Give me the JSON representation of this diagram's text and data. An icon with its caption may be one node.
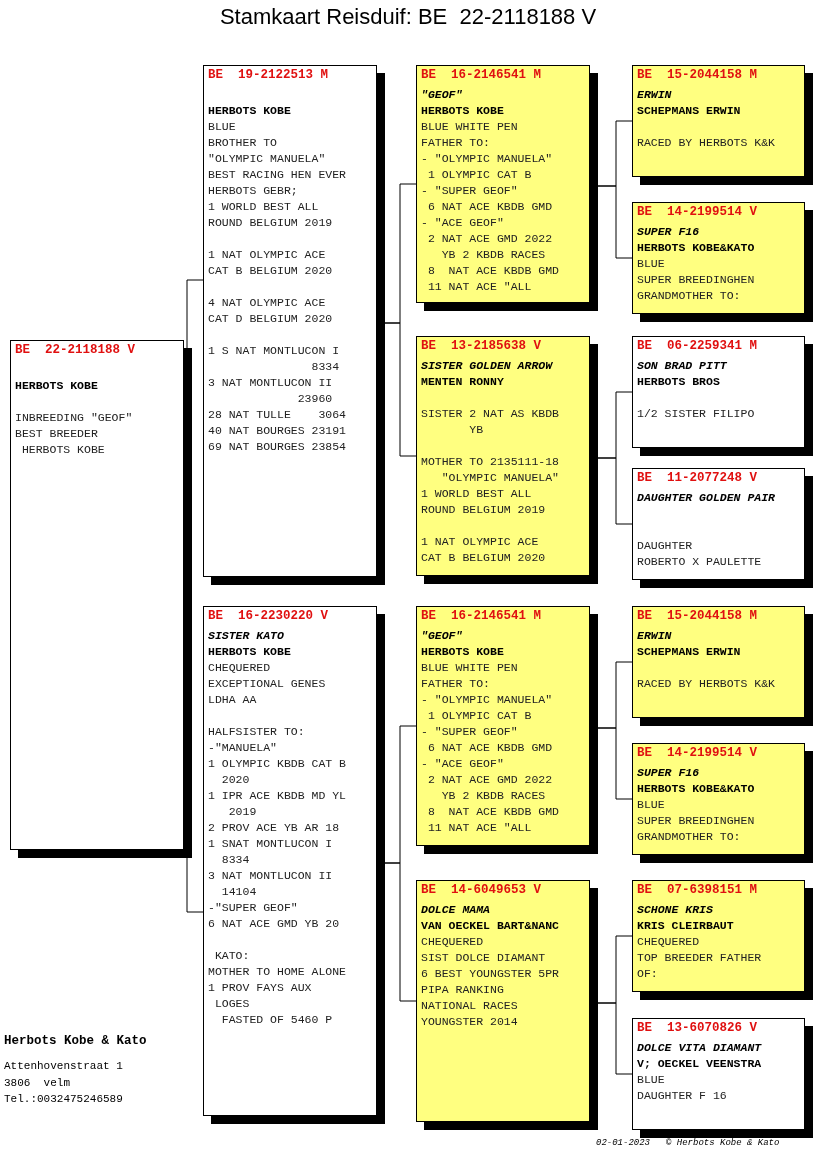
{
  "diagram": {
    "title": "Stamkaart Reisduif: BE  22-2118188 V",
    "nodes": [
      {
        "text": [
          "BE  22-2118188 V",
          "HERBOTS KOBE",
          "INBREEDING \"GEOF\"",
          "BEST BREEDER",
          " HERBOTS KOBE"
        ]
      },
      {
        "text": [
          "BE  19-2122513 M",
          "HERBOTS KOBE",
          "BLUE",
          "BROTHER TO",
          "\"OLYMPIC MANUELA\"",
          "BEST RACING HEN EVER",
          "HERBOTS GEBR;",
          "1 WORLD BEST ALL",
          "ROUND BELGIUM 2019",
          "1 NAT OLYMPIC ACE",
          "CAT B BELGIUM 2020",
          "4 NAT OLYMPIC ACE",
          "CAT D BELGIUM 2020",
          "1 S NAT MONTLUCON I",
          "               8334",
          "3 NAT MONTLUCON II",
          "             23960",
          "28 NAT TULLE    3064",
          "40 NAT BOURGES 23191",
          "69 NAT BOURGES 23854"
        ]
      },
      {
        "text": [
          "BE  16-2230220 V",
          "SISTER KATO",
          "HERBOTS KOBE",
          "CHEQUERED",
          "EXCEPTIONAL GENES",
          "LDHA AA",
          "HALFSISTER TO:",
          "-\"MANUELA\"",
          "1 OLYMPIC KBDB CAT B",
          "  2020",
          "1 IPR ACE KBDB MD YL",
          "   2019",
          "2 PROV ACE YB AR 18",
          "1 SNAT MONTLUCON I",
          "  8334",
          "3 NAT MONTLUCON II",
          "  14104",
          "-\"SUPER GEOF\"",
          "6 NAT ACE GMD YB 20",
          " KATO:",
          "MOTHER TO HOME ALONE",
          "1 PROV FAYS AUX",
          " LOGES",
          "  FASTED OF 5460 P"
        ]
      },
      {
        "text": [
          "BE  16-2146541 M",
          "\"GEOF\"",
          "HERBOTS KOBE",
          "BLUE WHITE PEN",
          "FATHER TO:",
          "- \"OLYMPIC MANUELA\"",
          " 1 OLYMPIC CAT B",
          "- \"SUPER GEOF\"",
          " 6 NAT ACE KBDB GMD",
          "- \"ACE GEOF\"",
          " 2 NAT ACE GMD 2022",
          "   YB 2 KBDB RACES",
          " 8  NAT ACE KBDB GMD",
          " 11 NAT ACE \"ALL"
        ]
      },
      {
        "text": [
          "BE  13-2185638 V",
          "SISTER GOLDEN ARROW",
          "MENTEN RONNY",
          "SISTER 2 NAT AS KBDB",
          "       YB",
          "MOTHER TO 2135111-18",
          "   \"OLYMPIC MANUELA\"",
          "1 WORLD BEST ALL",
          "ROUND BELGIUM 2019",
          "1 NAT OLYMPIC ACE",
          "CAT B BELGIUM 2020"
        ]
      },
      {
        "text": [
          "BE  16-2146541 M",
          "\"GEOF\"",
          "HERBOTS KOBE",
          "BLUE WHITE PEN",
          "FATHER TO:",
          "- \"OLYMPIC MANUELA\"",
          " 1 OLYMPIC CAT B",
          "- \"SUPER GEOF\"",
          " 6 NAT ACE KBDB GMD",
          "- \"ACE GEOF\"",
          " 2 NAT ACE GMD 2022",
          "   YB 2 KBDB RACES",
          " 8  NAT ACE KBDB GMD",
          " 11 NAT ACE \"ALL"
        ]
      },
      {
        "text": [
          "BE  14-6049653 V",
          "DOLCE MAMA",
          "VAN OECKEL BART&NANC",
          "CHEQUERED",
          "SIST DOLCE DIAMANT",
          "6 BEST YOUNGSTER 5PR",
          "PIPA RANKING",
          "NATIONAL RACES",
          "YOUNGSTER 2014"
        ]
      },
      {
        "text": [
          "BE  15-2044158 M",
          "ERWIN",
          "SCHEPMANS ERWIN",
          "RACED BY HERBOTS K&K"
        ]
      },
      {
        "text": [
          "BE  14-2199514 V",
          "SUPER F16",
          "HERBOTS KOBE&KATO",
          "BLUE",
          "SUPER BREEDINGHEN",
          "GRANDMOTHER TO:"
        ]
      },
      {
        "text": [
          "BE  06-2259341 M",
          "SON BRAD PITT",
          "HERBOTS BROS",
          "1/2 SISTER FILIPO"
        ]
      },
      {
        "text": [
          "BE  11-2077248 V",
          "DAUGHTER GOLDEN PAIR",
          "DAUGHTER",
          "ROBERTO X PAULETTE"
        ]
      },
      {
        "text": [
          "BE  15-2044158 M",
          "ERWIN",
          "SCHEPMANS ERWIN",
          "RACED BY HERBOTS K&K"
        ]
      },
      {
        "text": [
          "BE  14-2199514 V",
          "SUPER F16",
          "HERBOTS KOBE&KATO",
          "BLUE",
          "SUPER BREEDINGHEN",
          "GRANDMOTHER TO:"
        ]
      },
      {
        "text": [
          "BE  07-6398151 M",
          "SCHONE KRIS",
          "KRIS CLEIRBAUT",
          "CHEQUERED",
          "TOP BREEDER FATHER",
          "OF:"
        ]
      },
      {
        "text": [
          "BE  13-6070826 V",
          "DOLCE VITA DIAMANT",
          "V; OECKEL VEENSTRA",
          "BLUE",
          "DAUGHTER F 16"
        ]
      }
    ],
    "edges": [
      {
        "from": 0,
        "to": 1,
        "arrow": "none"
      },
      {
        "from": 0,
        "to": 2,
        "arrow": "none"
      },
      {
        "from": 1,
        "to": 3,
        "arrow": "none"
      },
      {
        "from": 1,
        "to": 4,
        "arrow": "none"
      },
      {
        "from": 2,
        "to": 5,
        "arrow": "none"
      },
      {
        "from": 2,
        "to": 6,
        "arrow": "none"
      },
      {
        "from": 3,
        "to": 7,
        "arrow": "none"
      },
      {
        "from": 3,
        "to": 8,
        "arrow": "none"
      },
      {
        "from": 4,
        "to": 9,
        "arrow": "none"
      },
      {
        "from": 4,
        "to": 10,
        "arrow": "none"
      },
      {
        "from": 5,
        "to": 11,
        "arrow": "none"
      },
      {
        "from": 5,
        "to": 12,
        "arrow": "none"
      },
      {
        "from": 6,
        "to": 13,
        "arrow": "none"
      },
      {
        "from": 6,
        "to": 14,
        "arrow": "none"
      }
    ],
    "labels": [
      "Herbots Kobe & Kato",
      "Attenhovenstraat 1",
      "3806  velm",
      "Tel.:0032475246589",
      "02-01-2023",
      "© Herbots Kobe & Kato"
    ]
  }
}
